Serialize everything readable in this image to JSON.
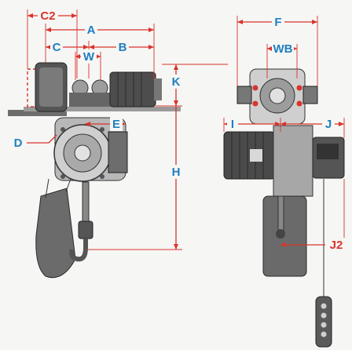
{
  "colors": {
    "accent": "#1f7fc1",
    "red": "#d9342b",
    "metal_dark": "#3a3a3a",
    "metal_mid": "#8a8a8a",
    "metal_light": "#d8d8d8"
  },
  "labels": {
    "C2": "C2",
    "A": "A",
    "C": "C",
    "W": "W",
    "B": "B",
    "K": "K",
    "E": "E",
    "D": "D",
    "H": "H",
    "F": "F",
    "WB": "WB",
    "I": "I",
    "J": "J",
    "J2": "J2"
  }
}
